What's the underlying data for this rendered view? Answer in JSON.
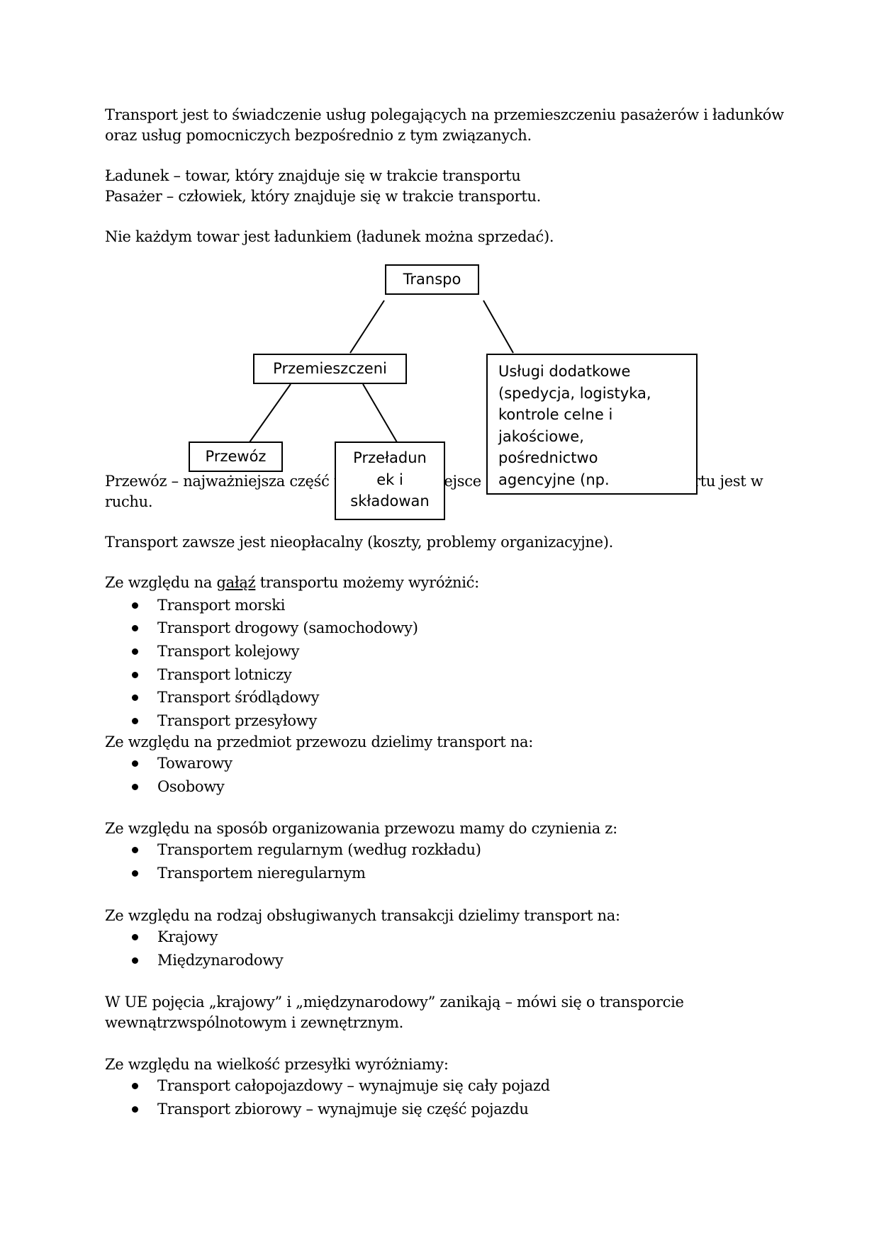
{
  "paragraphs": {
    "p1_l1": "Transport jest to świadczenie usług polegających na przemieszczeniu pasażerów i ładunków",
    "p1_l2": "oraz usług pomocniczych bezpośrednio z tym związanych.",
    "p2_l1": "Ładunek – towar, który znajduje się w trakcie transportu",
    "p2_l2": "Pasażer – człowiek, który znajduje się w trakcie transportu.",
    "p3": "Nie każdym towar jest ładunkiem (ładunek można sprzedać).",
    "p4_l1_a": "Przewóz – najważniejsza część t",
    "p4_l1_b": "iejsce",
    "p4_l1_c": "rtu jest w",
    "p4_l2": "ruchu.",
    "p5": "Transport zawsze jest nieopłacalny (koszty, problemy organizacyjne).",
    "p6_a": "Ze względu na ",
    "p6_u": "gałąź",
    "p6_b": " transportu możemy wyróżnić:",
    "p7": "Ze względu na przedmiot przewozu dzielimy transport na:",
    "p8": "Ze względu na sposób organizowania przewozu mamy do czynienia z:",
    "p9": "Ze względu na rodzaj obsługiwanych transakcji dzielimy transport na:",
    "p10_l1": "W UE pojęcia „krajowy” i „międzynarodowy” zanikają – mówi się o transporcie",
    "p10_l2": "wewnątrzwspólnotowym i zewnętrznym.",
    "p11": "Ze względu na wielkość przesyłki wyróżniamy:"
  },
  "lists": {
    "branches": [
      "Transport morski",
      "Transport drogowy (samochodowy)",
      "Transport kolejowy",
      "Transport lotniczy",
      "Transport śródlądowy",
      "Transport przesyłowy"
    ],
    "subject": [
      "Towarowy",
      "Osobowy"
    ],
    "organization": [
      "Transportem regularnym (według rozkładu)",
      "Transportem nieregularnym"
    ],
    "transactions": [
      "Krajowy",
      "Międzynarodowy"
    ],
    "size": [
      "Transport całopojazdowy – wynajmuje się cały pojazd",
      "Transport zbiorowy – wynajmuje się część pojazdu"
    ]
  },
  "diagram": {
    "root": "Transpo",
    "movement": "Przemieszczeni",
    "services_lines": [
      "Usługi dodatkowe",
      "(spedycja, logistyka,",
      "kontrole celne i",
      "jakościowe,",
      "pośrednictwo",
      "agencyjne (np."
    ],
    "carriage": "Przewóz",
    "reload_lines": [
      "Przeładun",
      "ek i",
      "składowan"
    ]
  }
}
